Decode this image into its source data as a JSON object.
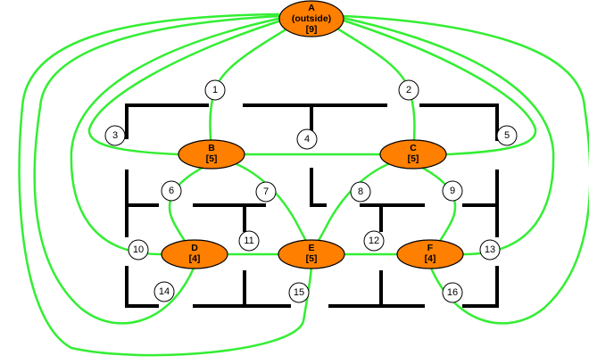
{
  "nodes": [
    {
      "id": "A",
      "name": "A",
      "subtitle": "(outside)",
      "count": "[9]"
    },
    {
      "id": "B",
      "name": "B",
      "count": "[5]"
    },
    {
      "id": "C",
      "name": "C",
      "count": "[5]"
    },
    {
      "id": "D",
      "name": "D",
      "count": "[4]"
    },
    {
      "id": "E",
      "name": "E",
      "count": "[5]"
    },
    {
      "id": "F",
      "name": "F",
      "count": "[4]"
    }
  ],
  "doors": [
    "1",
    "2",
    "3",
    "4",
    "5",
    "6",
    "7",
    "8",
    "9",
    "10",
    "11",
    "12",
    "13",
    "14",
    "15",
    "16"
  ],
  "edges": [
    {
      "door": "1",
      "from": "A",
      "to": "B"
    },
    {
      "door": "2",
      "from": "A",
      "to": "C"
    },
    {
      "door": "3",
      "from": "A",
      "to": "B"
    },
    {
      "door": "4",
      "from": "B",
      "to": "C"
    },
    {
      "door": "5",
      "from": "A",
      "to": "C"
    },
    {
      "door": "6",
      "from": "B",
      "to": "D"
    },
    {
      "door": "7",
      "from": "B",
      "to": "E"
    },
    {
      "door": "8",
      "from": "C",
      "to": "E"
    },
    {
      "door": "9",
      "from": "C",
      "to": "F"
    },
    {
      "door": "10",
      "from": "A",
      "to": "D"
    },
    {
      "door": "11",
      "from": "D",
      "to": "E"
    },
    {
      "door": "12",
      "from": "E",
      "to": "F"
    },
    {
      "door": "13",
      "from": "A",
      "to": "F"
    },
    {
      "door": "14",
      "from": "A",
      "to": "D"
    },
    {
      "door": "15",
      "from": "A",
      "to": "E"
    },
    {
      "door": "16",
      "from": "A",
      "to": "F"
    }
  ],
  "colors": {
    "node_fill": "#ff7f00",
    "edge": "#33ee33",
    "wall": "#000000",
    "door_fill": "#ffffff"
  }
}
